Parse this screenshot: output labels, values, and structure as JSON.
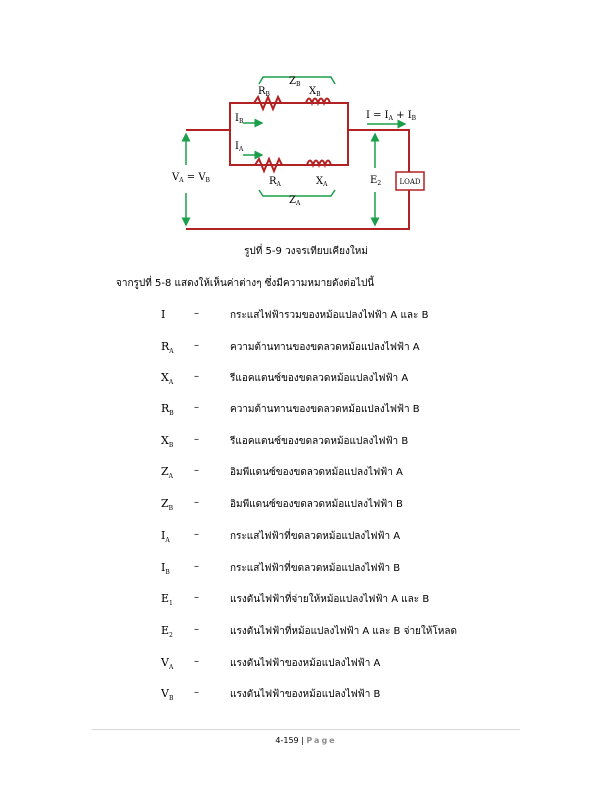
{
  "colors": {
    "wire": "#b22222",
    "arrow": "#1aa04a",
    "bracket": "#1aa04a",
    "load_border": "#b22222"
  },
  "circuit": {
    "zb_label": "Z",
    "zb_sub": "B",
    "rb_label": "R",
    "rb_sub": "B",
    "xb_label": "X",
    "xb_sub": "B",
    "ib_label": "I",
    "ib_sub": "B",
    "ia_label": "I",
    "ia_sub": "A",
    "i_total_label": "I = I",
    "i_total_sub1": "A",
    "i_total_mid": " + I",
    "i_total_sub2": "B",
    "v_label_1": "V",
    "v_sub_1": "A",
    "v_label_mid": " = V",
    "v_sub_2": "B",
    "e_label": "E",
    "e_sub": "2",
    "ra_label": "R",
    "ra_sub": "A",
    "xa_label": "X",
    "xa_sub": "A",
    "za_label": "Z",
    "za_sub": "A",
    "load_label": "LOAD"
  },
  "caption": "รูปที่ 5-9 วงจรเทียบเคียงใหม่",
  "intro": "จากรูปที่ 5-8 แสดงให้เห็นค่าต่างๆ ซึ่งมีความหมายดังต่อไปนี้",
  "definitions": [
    {
      "symbol": "I",
      "sub": "",
      "dash": "–",
      "text": "กระแสไฟฟ้ารวมของหม้อแปลงไฟฟ้า A และ B"
    },
    {
      "symbol": "R",
      "sub": "A",
      "dash": "–",
      "text": "ความต้านทานของขดลวดหม้อแปลงไฟฟ้า A"
    },
    {
      "symbol": "X",
      "sub": "A",
      "dash": "–",
      "text": "รีแอคแตนซ์ของขดลวดหม้อแปลงไฟฟ้า A"
    },
    {
      "symbol": "R",
      "sub": "B",
      "dash": "–",
      "text": "ความต้านทานของขดลวดหม้อแปลงไฟฟ้า B"
    },
    {
      "symbol": "X",
      "sub": "B",
      "dash": "–",
      "text": "รีแอคแตนซ์ของขดลวดหม้อแปลงไฟฟ้า B"
    },
    {
      "symbol": "Z",
      "sub": "A",
      "dash": "–",
      "text": "อิมพีแดนซ์ของขดลวดหม้อแปลงไฟฟ้า A"
    },
    {
      "symbol": "Z",
      "sub": "B",
      "dash": "–",
      "text": "อิมพีแดนซ์ของขดลวดหม้อแปลงไฟฟ้า B"
    },
    {
      "symbol": "I",
      "sub": "A",
      "dash": "–",
      "text": "กระแสไฟฟ้าที่ขดลวดหม้อแปลงไฟฟ้า A"
    },
    {
      "symbol": "I",
      "sub": "B",
      "dash": "–",
      "text": "กระแสไฟฟ้าที่ขดลวดหม้อแปลงไฟฟ้า B"
    },
    {
      "symbol": "E",
      "sub": "1",
      "dash": "–",
      "text": "แรงดันไฟฟ้าที่จ่ายให้หม้อแปลงไฟฟ้า A และ B"
    },
    {
      "symbol": "E",
      "sub": "2",
      "dash": "–",
      "text": "แรงดันไฟฟ้าที่หม้อแปลงไฟฟ้า A และ B จ่ายให้โหลด"
    },
    {
      "symbol": "V",
      "sub": "A",
      "dash": "–",
      "text": "แรงดันไฟฟ้าของหม้อแปลงไฟฟ้า A"
    },
    {
      "symbol": "V",
      "sub": "B",
      "dash": "–",
      "text": "แรงดันไฟฟ้าของหม้อแปลงไฟฟ้า B"
    }
  ],
  "footer": {
    "page_number": "4-159",
    "separator": " | ",
    "page_word": "Page"
  }
}
